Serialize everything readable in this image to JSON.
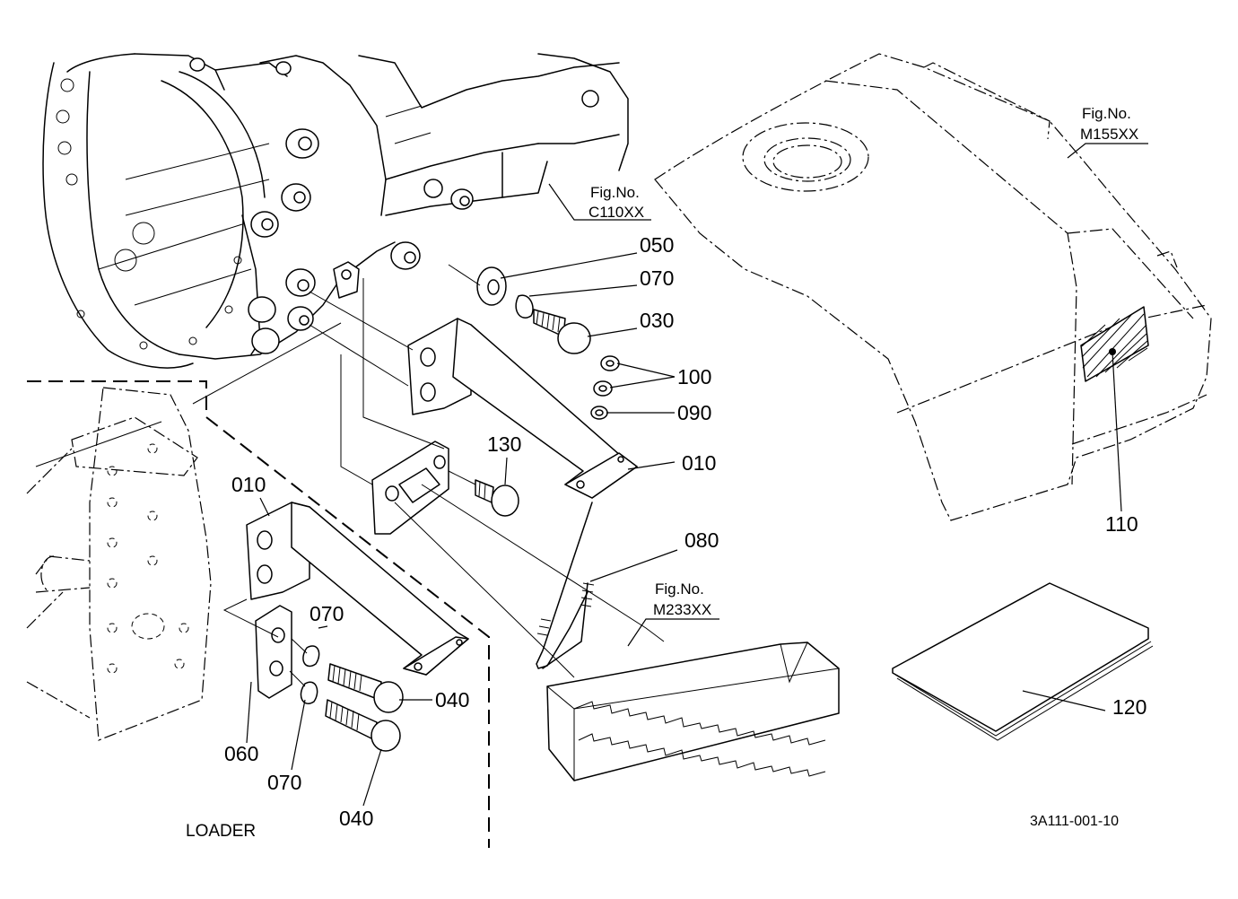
{
  "callouts": {
    "p010_upper": "010",
    "p010_lower": "010",
    "p030": "030",
    "p040_upper": "040",
    "p040_lower": "040",
    "p050": "050",
    "p060": "060",
    "p070_upper": "070",
    "p070_mid": "070",
    "p070_lower": "070",
    "p080": "080",
    "p090": "090",
    "p100": "100",
    "p110": "110",
    "p120": "120",
    "p130": "130"
  },
  "figure_refs": {
    "c110": {
      "label": "Fig.No.",
      "code": "C110XX"
    },
    "m155": {
      "label": "Fig.No.",
      "code": "M155XX"
    },
    "m233": {
      "label": "Fig.No.",
      "code": "M233XX"
    }
  },
  "section_label": "LOADER",
  "drawing_id": "3A111-001-10"
}
